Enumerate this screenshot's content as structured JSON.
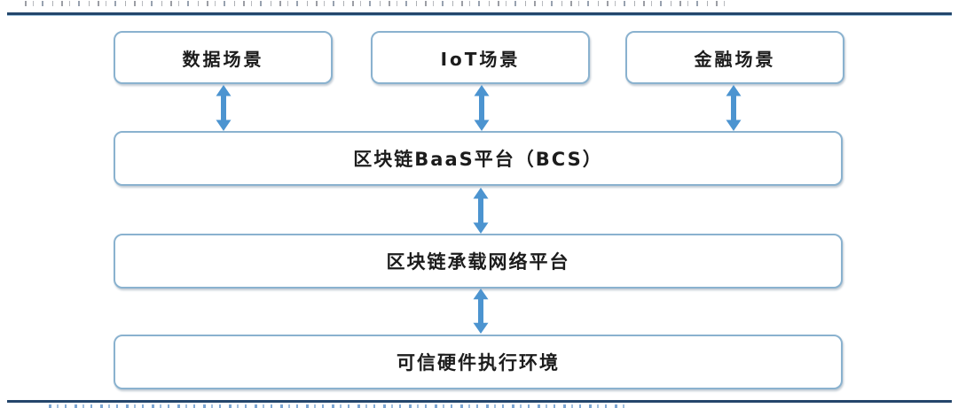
{
  "colors": {
    "box_border": "#8ab2cf",
    "arrow_blue": "#4c94d0",
    "rule_dark_navy": "#24466b",
    "text_dark": "#1c1c1c",
    "bottom_caption_blue": "#3e7cbe",
    "background": "#ffffff"
  },
  "diagram": {
    "top_boxes": [
      {
        "label": "数据场景"
      },
      {
        "label": "IoT场景"
      },
      {
        "label": "金融场景"
      }
    ],
    "layers": [
      {
        "label": "区块链BaaS平台（BCS）"
      },
      {
        "label": "区块链承载网络平台"
      },
      {
        "label": "可信硬件执行环境"
      }
    ],
    "arrows": [
      {
        "name": "data-to-baas",
        "type": "double-headed-vertical"
      },
      {
        "name": "iot-to-baas",
        "type": "double-headed-vertical"
      },
      {
        "name": "finance-to-baas",
        "type": "double-headed-vertical"
      },
      {
        "name": "baas-to-network",
        "type": "double-headed-vertical"
      },
      {
        "name": "network-to-tee",
        "type": "double-headed-vertical"
      }
    ]
  }
}
